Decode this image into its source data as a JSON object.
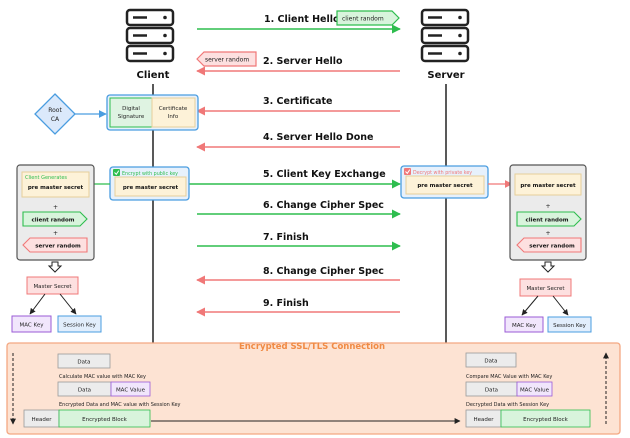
{
  "actors": {
    "client": "Client",
    "server": "Server"
  },
  "steps": [
    {
      "label": "1. Client Hello"
    },
    {
      "label": "2. Server Hello"
    },
    {
      "label": "3. Certificate"
    },
    {
      "label": "4. Server Hello Done"
    },
    {
      "label": "5. Client Key Exchange"
    },
    {
      "label": "6. Change  Cipher Spec"
    },
    {
      "label": "7. Finish"
    },
    {
      "label": "8. Change Cipher Spec"
    },
    {
      "label": "9. Finish"
    }
  ],
  "tags": {
    "client_random": "client random",
    "server_random": "server random"
  },
  "root_ca": {
    "line1": "Root",
    "line2": "CA"
  },
  "certificate": {
    "sig_line1": "Digital",
    "sig_line2": "Signature",
    "info_line1": "Certificate",
    "info_line2": "Info"
  },
  "encrypt_client": {
    "badge": "Encrypt with public key",
    "label": "pre master secret"
  },
  "decrypt_server": {
    "badge": "Decrypt with private key",
    "label": "pre master secret"
  },
  "client_panel": {
    "header": "Client Generates",
    "pms": "pre master secret",
    "plus": "+",
    "client_random": "client random",
    "server_random": "server random"
  },
  "server_panel": {
    "pms": "pre master secret",
    "plus": "+",
    "client_random": "client random",
    "server_random": "server random"
  },
  "keys": {
    "master": "Master Secret",
    "mac": "MAC Key",
    "session": "Session Key"
  },
  "connection": {
    "title": "Encrypted SSL/TLS Connection",
    "left": {
      "data": "Data",
      "calc": "Calculate MAC value with MAC Key",
      "data2": "Data",
      "mac": "MAC Value",
      "enc": "Encrypted Data and MAC value with Session Key",
      "header": "Header",
      "block": "Encrypted Block"
    },
    "right": {
      "data": "Data",
      "compare": "Compare MAC Value with MAC Key",
      "data2": "Data",
      "mac": "MAC Value",
      "dec": "Decrypted Data with Session Key",
      "header": "Header",
      "block": "Encrypted Block"
    }
  },
  "colors": {
    "green": "#2ebd4e",
    "red": "#f07878",
    "blue": "#4a9de0",
    "orange_bg": "#fde3d3",
    "orange_border": "#f4a882",
    "cream": "#fdf2d8",
    "panel": "#ebebeb",
    "purple": "#9a5bd6"
  }
}
